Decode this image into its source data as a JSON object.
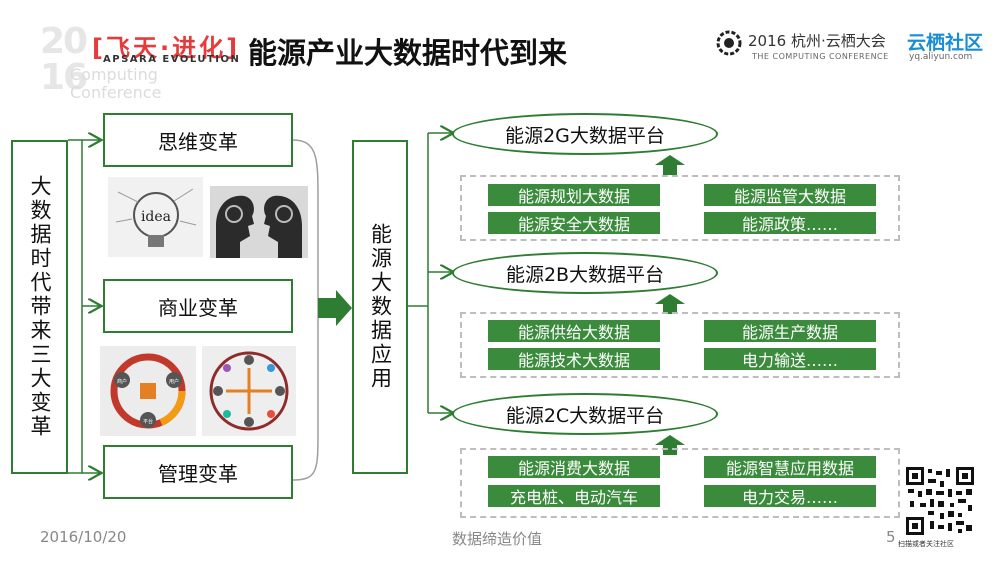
{
  "header": {
    "logo_year_top": "20",
    "logo_year_bottom": "16",
    "feitian_text": "[飞天·进化]",
    "apsara_text": "APSARA EVOLUTION",
    "computing_ghost_line1": "Computing",
    "computing_ghost_line2": "Conference",
    "title": "能源产业大数据时代到来",
    "conference_title": "2016 杭州·云栖大会",
    "conference_subtitle": "THE COMPUTING CONFERENCE",
    "yunqi_title": "云栖社区",
    "yunqi_url": "yq.aliyun.com"
  },
  "left_column": {
    "era_label": "大数据时代带来三大变革",
    "revolutions": [
      "思维变革",
      "商业变革",
      "管理变革"
    ],
    "image_word": "idea",
    "diagram_labels": [
      "商户",
      "用户",
      "平台"
    ]
  },
  "center": {
    "label": "能源大数据应用"
  },
  "platforms": [
    {
      "title": "能源2G大数据平台",
      "items": [
        "能源规划大数据",
        "能源监管大数据",
        "能源安全大数据",
        "能源政策……"
      ]
    },
    {
      "title": "能源2B大数据平台",
      "items": [
        "能源供给大数据",
        "能源生产数据",
        "能源技术大数据",
        "电力输送……"
      ]
    },
    {
      "title": "能源2C大数据平台",
      "items": [
        "能源消费大数据",
        "能源智慧应用数据",
        "充电桩、电动汽车",
        "电力交易……"
      ]
    }
  ],
  "colors": {
    "green_border": "#2e7d32",
    "green_chip": "#3a8b3c",
    "dashed": "#bdbdbd",
    "accent_blue": "#1a8ed3",
    "accent_red": "#e73a3a"
  },
  "footer": {
    "date": "2016/10/20",
    "center_text": "数据缔造价值",
    "page_number": "5",
    "qr_caption": "扫描或者关注社区"
  }
}
